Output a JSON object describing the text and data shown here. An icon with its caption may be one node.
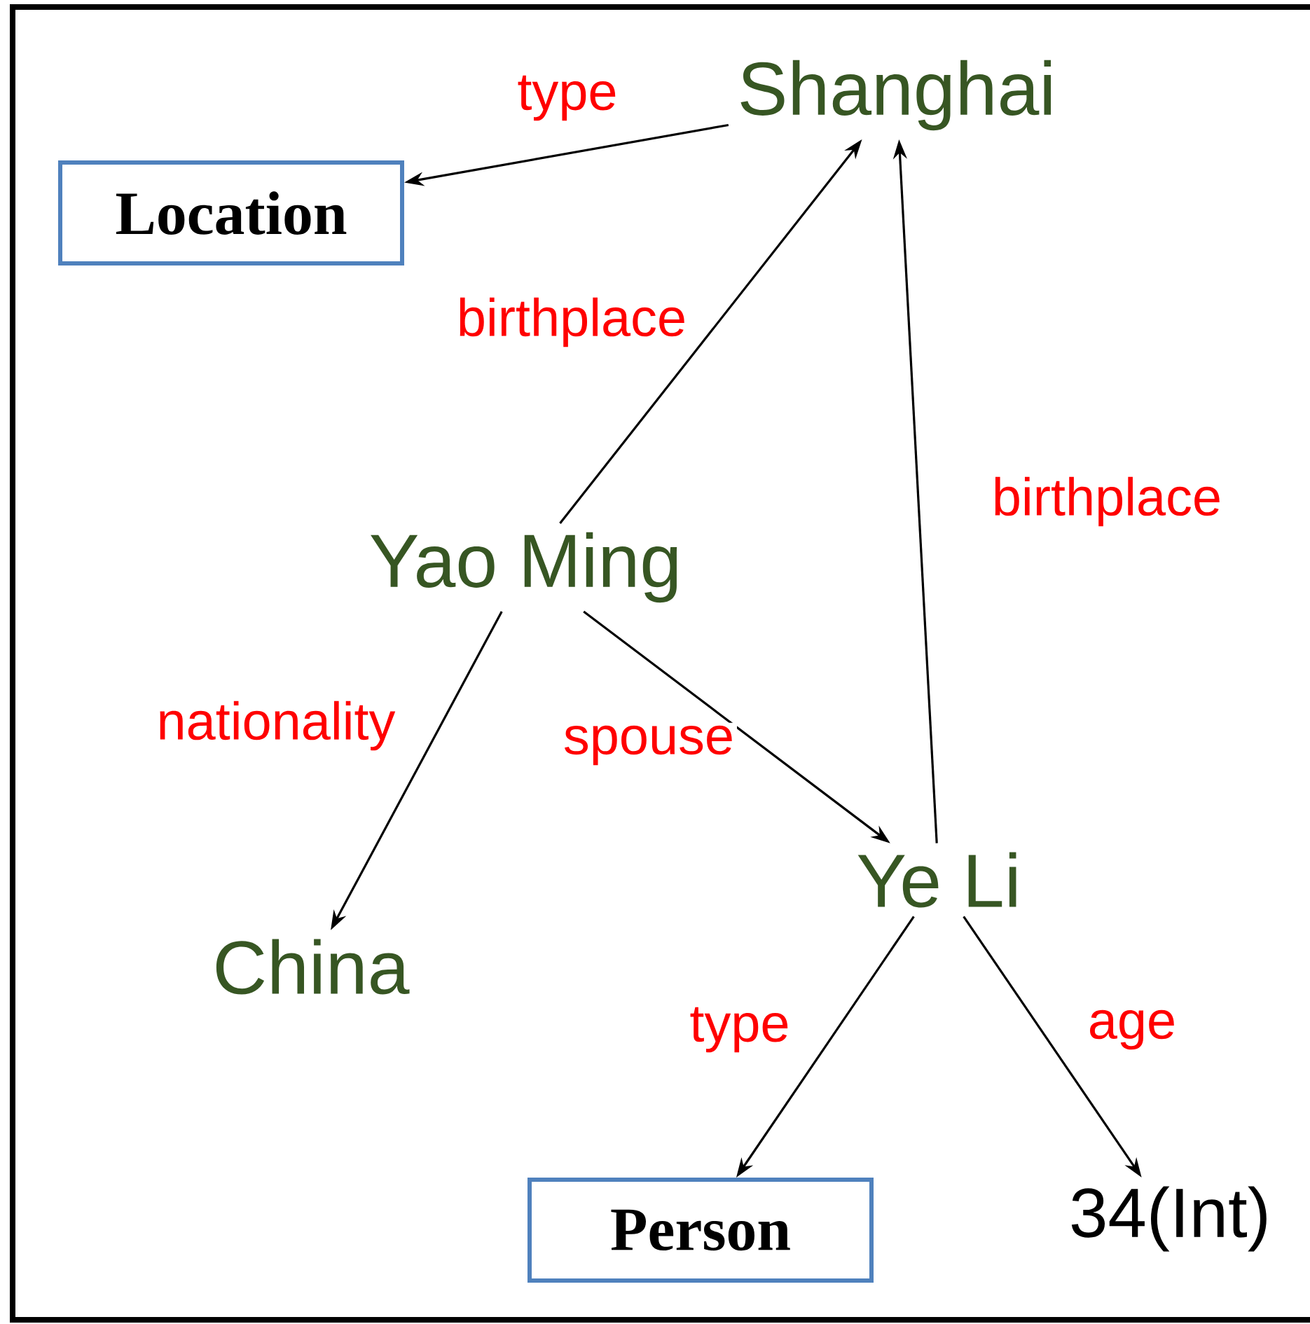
{
  "diagram": {
    "nodes": [
      {
        "text": [
          "Shanghai"
        ]
      },
      {
        "text": [
          "Location"
        ]
      },
      {
        "text": [
          "Yao Ming"
        ]
      },
      {
        "text": [
          "China"
        ]
      },
      {
        "text": [
          "Ye Li"
        ]
      },
      {
        "text": [
          "Person"
        ]
      },
      {
        "text": [
          "34(Int)"
        ]
      }
    ],
    "edges": [
      {
        "from": 0,
        "to": 1,
        "arrow": "to",
        "label": "type"
      },
      {
        "from": 2,
        "to": 0,
        "arrow": "to",
        "label": "birthplace"
      },
      {
        "from": 4,
        "to": 0,
        "arrow": "to",
        "label": "birthplace"
      },
      {
        "from": 2,
        "to": 3,
        "arrow": "to",
        "label": "nationality"
      },
      {
        "from": 2,
        "to": 4,
        "arrow": "to",
        "label": "spouse"
      },
      {
        "from": 4,
        "to": 5,
        "arrow": "to",
        "label": "type"
      },
      {
        "from": 4,
        "to": 6,
        "arrow": "to",
        "label": "age"
      }
    ]
  }
}
